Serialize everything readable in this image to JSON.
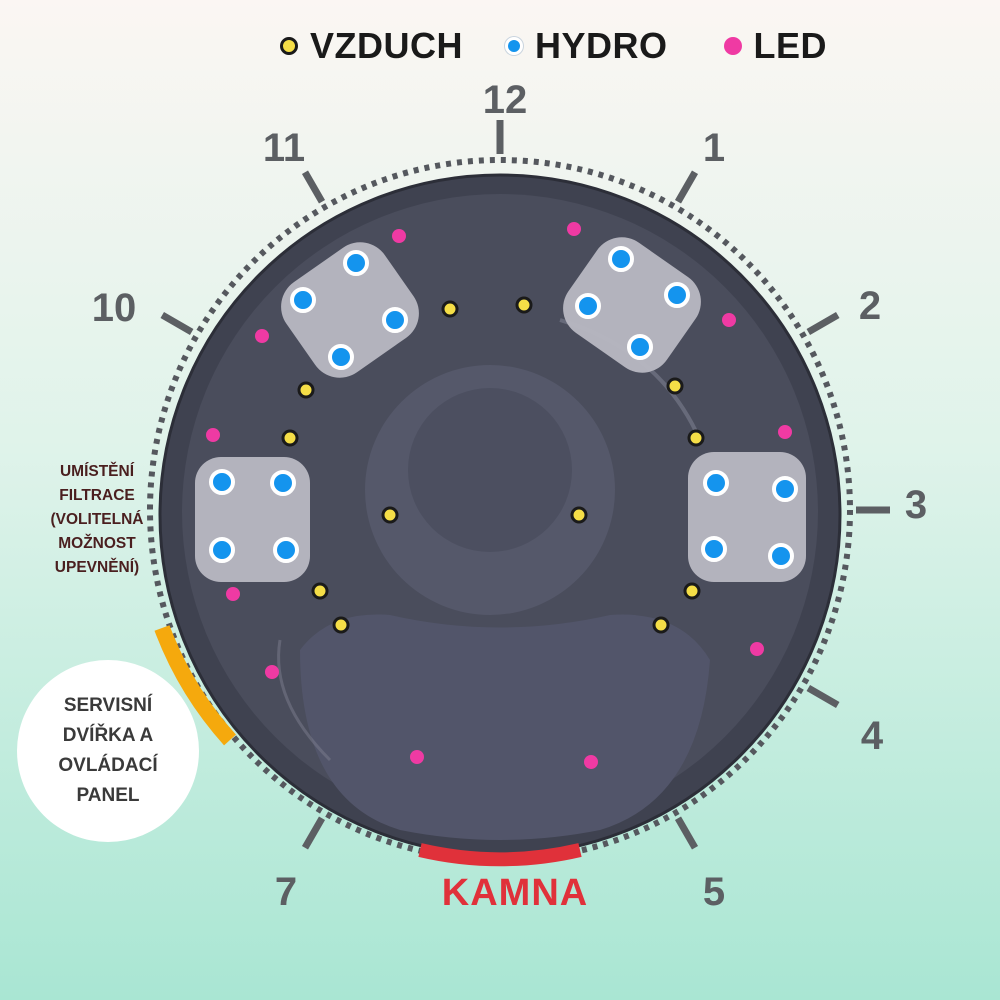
{
  "legend": {
    "air_label": "VZDUCH",
    "hydro_label": "HYDRO",
    "led_label": "LED"
  },
  "clock_numbers": [
    "12",
    "1",
    "2",
    "3",
    "4",
    "5",
    "7",
    "10",
    "11"
  ],
  "labels": {
    "filter_note": "UMÍSTĚNÍ FILTRACE (VOLITELNÁ MOŽNOST UPEVNĚNÍ)",
    "service": "SERVISNÍ DVÍŘKA A OVLÁDACÍ PANEL",
    "kamna": "KAMNA"
  },
  "colors": {
    "tub": "#4a4d5c",
    "tub_inner": "#5a5d6c",
    "seat_pad": "#b9b9c2",
    "air": "#f5de47",
    "hydro": "#1494ee",
    "led": "#ef3aa3",
    "kamna": "#e0313a",
    "service": "#f5a90d",
    "clock_text": "#5c5f63"
  }
}
